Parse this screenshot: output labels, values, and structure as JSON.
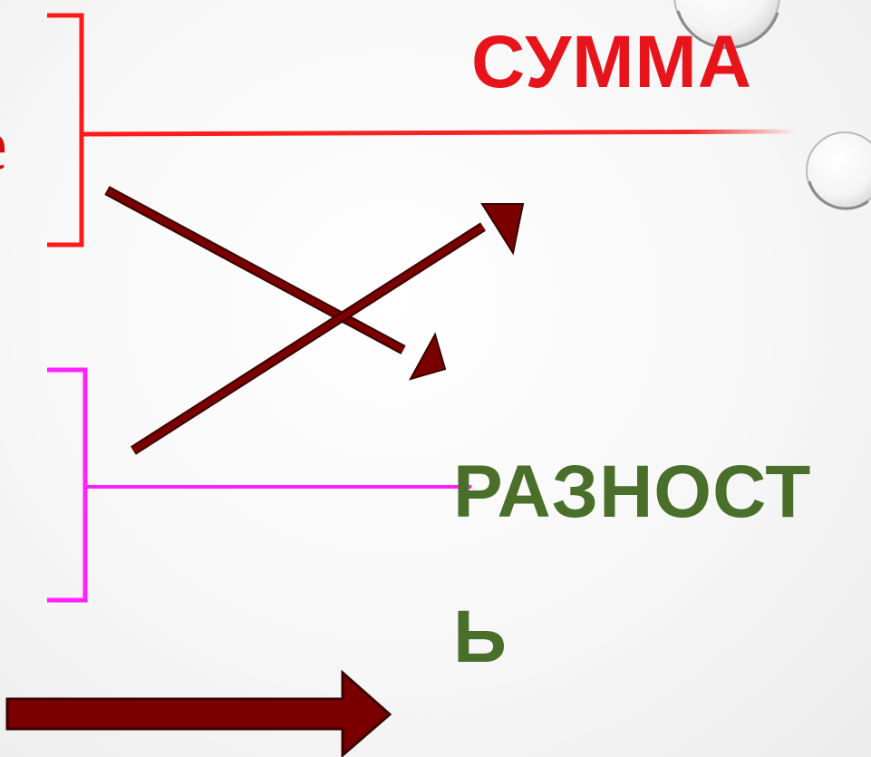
{
  "labels": {
    "sum": "СУММА",
    "difference_line1": "РАЗНОСТ",
    "difference_line2": "Ь",
    "clipped_left_char": "е"
  },
  "colors": {
    "sum_text": "#e8141b",
    "sum_bracket": "#ff1a1a",
    "difference_text": "#4a6f2a",
    "difference_bracket": "#ff22ff",
    "arrow_fill": "#7a0000",
    "arrow_stroke": "#3a0000",
    "clipped_char": "#d01010"
  },
  "icons": {
    "top_right_circle": "glossy-circle-icon",
    "right_circle": "glossy-circle-icon"
  }
}
